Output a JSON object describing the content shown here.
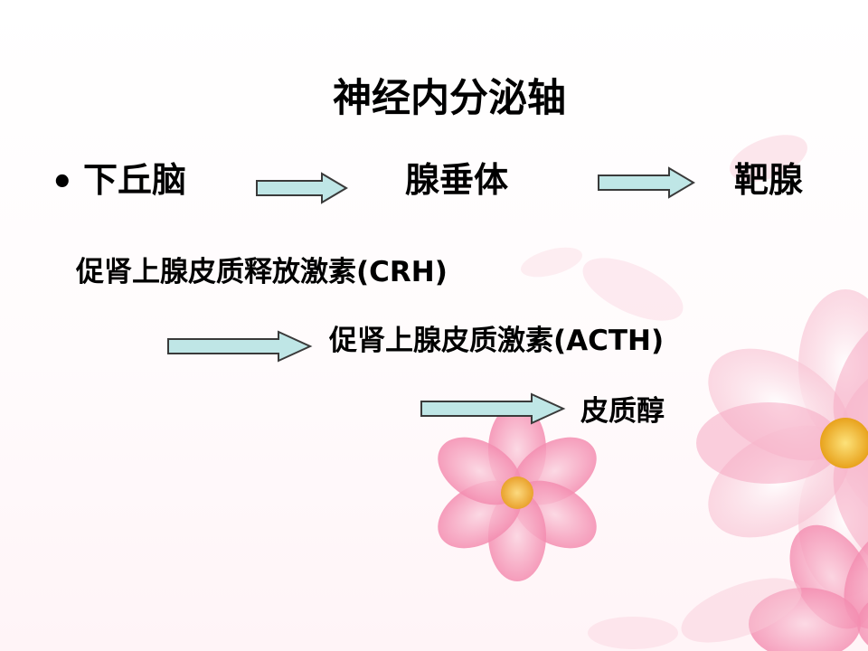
{
  "slide": {
    "title": "神经内分泌轴",
    "bullet": "•",
    "pathway": {
      "nodes": [
        "下丘脑",
        "腺垂体",
        "靶腺"
      ],
      "hormones": [
        "促肾上腺皮质释放激素(CRH)",
        "促肾上腺皮质激素(ACTH)",
        "皮质醇"
      ]
    }
  },
  "colors": {
    "arrow_fill": "#bfe6e6",
    "arrow_stroke": "#3a3a3a",
    "text": "#000000",
    "flower_petal": "#f49ab8",
    "flower_center": "#f5c230"
  },
  "icons": [
    "arrow-right-icon",
    "flower-decoration"
  ]
}
